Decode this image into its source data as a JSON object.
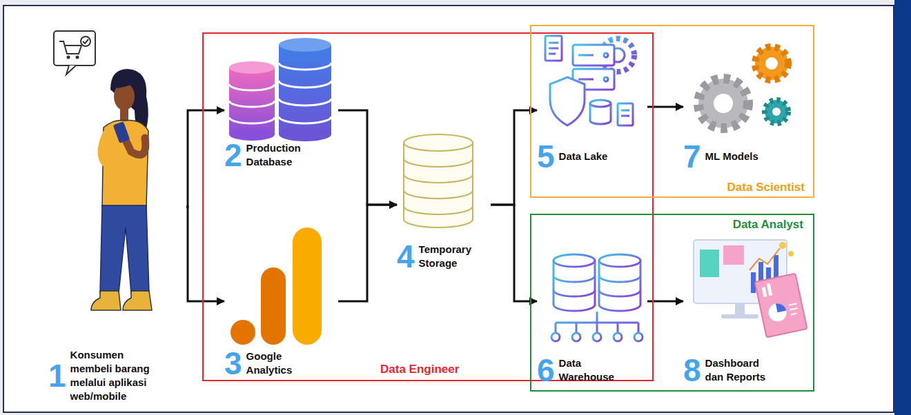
{
  "diagram": {
    "nodes": [
      {
        "text": [
          "1",
          "Konsumen membeli barang melalui aplikasi web/mobile"
        ]
      },
      {
        "text": [
          "Data Engineer"
        ]
      },
      {
        "text": [
          "2",
          "Production Database"
        ],
        "in": 1
      },
      {
        "text": [
          "3",
          "Google Analytics"
        ],
        "in": 1
      },
      {
        "text": [
          "4",
          "Temporary Storage"
        ],
        "in": 1
      },
      {
        "text": [
          "Data Scientist"
        ]
      },
      {
        "text": [
          "5",
          "Data Lake"
        ],
        "in": 5
      },
      {
        "text": [
          "7",
          "ML Models"
        ],
        "in": 5
      },
      {
        "text": [
          "Data Analyst"
        ]
      },
      {
        "text": [
          "6",
          "Data Warehouse"
        ],
        "in": 8
      },
      {
        "text": [
          "8",
          "Dashboard dan Reports"
        ],
        "in": 8
      }
    ],
    "edges": [
      {
        "from": 0,
        "to": 2,
        "arrow": "to"
      },
      {
        "from": 0,
        "to": 3,
        "arrow": "to"
      },
      {
        "from": 2,
        "to": 4,
        "arrow": "to"
      },
      {
        "from": 3,
        "to": 4,
        "arrow": "to"
      },
      {
        "from": 4,
        "to": 6,
        "arrow": "to"
      },
      {
        "from": 4,
        "to": 9,
        "arrow": "to"
      },
      {
        "from": 6,
        "to": 7,
        "arrow": "to"
      },
      {
        "from": 9,
        "to": 10,
        "arrow": "to"
      }
    ]
  }
}
